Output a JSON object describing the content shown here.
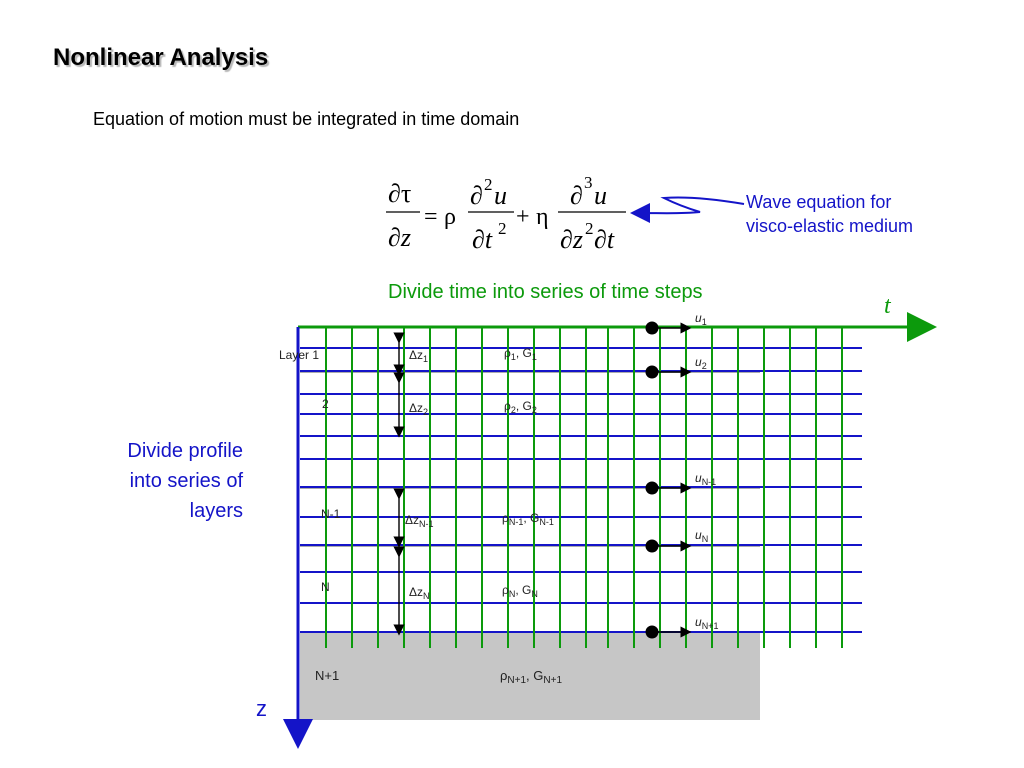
{
  "slide": {
    "title": "Nonlinear Analysis",
    "subtitle": "Equation of motion must be integrated in time domain"
  },
  "equation": {
    "lhs_num": "∂τ",
    "lhs_den": "∂z",
    "equals": "=",
    "rho": "ρ",
    "t1_num_d": "∂",
    "t1_num_exp": "2",
    "t1_num_var": "u",
    "t1_den_var": "∂t",
    "t1_den_exp": "2",
    "plus": "+",
    "eta": "η",
    "t2_num_d": "∂",
    "t2_num_exp": "3",
    "t2_num_var": "u",
    "t2_den_a": "∂z",
    "t2_den_exp": "2",
    "t2_den_b": "∂t"
  },
  "annotations": {
    "wave_line1": "Wave equation for",
    "wave_line2": "visco-elastic medium",
    "time_steps": "Divide time into series of time steps",
    "t_axis": "t",
    "profile_line1": "Divide profile",
    "profile_line2": "into series of",
    "profile_line3": "layers",
    "z_axis": "z"
  },
  "layers": {
    "layer_1": "Layer 1",
    "layer_2": "2",
    "layer_n_minus_1": "N-1",
    "layer_n": "N",
    "layer_n_plus_1": "N+1",
    "dz_symbol": "Δz",
    "dz_sub_1": "1",
    "dz_sub_2": "2",
    "dz_sub_n_minus_1": "N-1",
    "dz_sub_n": "N",
    "rho_symbol": "ρ",
    "g_symbol": "G",
    "sub_1": "1",
    "sub_2": "2",
    "sub_n_minus_1": "N-1",
    "sub_n": "N",
    "sub_n_plus_1": "N+1",
    "comma": ", "
  },
  "displacements": {
    "u_symbol": "u",
    "sub_1": "1",
    "sub_2": "2",
    "sub_n_minus_1": "N-1",
    "sub_n": "N",
    "sub_n_plus_1": "N+1"
  },
  "colors": {
    "blue": "#1414c8",
    "green": "#0c9a0c",
    "gray_halfspace": "#c6c6c6",
    "layer_line": "#909090"
  }
}
